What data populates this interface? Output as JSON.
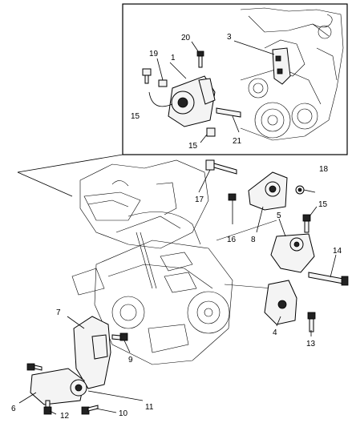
{
  "callouts": {
    "c1": "1",
    "c3": "3",
    "c4": "4",
    "c5": "5",
    "c6": "6",
    "c7": "7",
    "c8": "8",
    "c9": "9",
    "c10": "10",
    "c11": "11",
    "c12": "12",
    "c13": "13",
    "c14": "14",
    "c15a": "15",
    "c15b": "15",
    "c15c": "15",
    "c16": "16",
    "c17": "17",
    "c18": "18",
    "c19": "19",
    "c20": "20",
    "c21": "21"
  }
}
